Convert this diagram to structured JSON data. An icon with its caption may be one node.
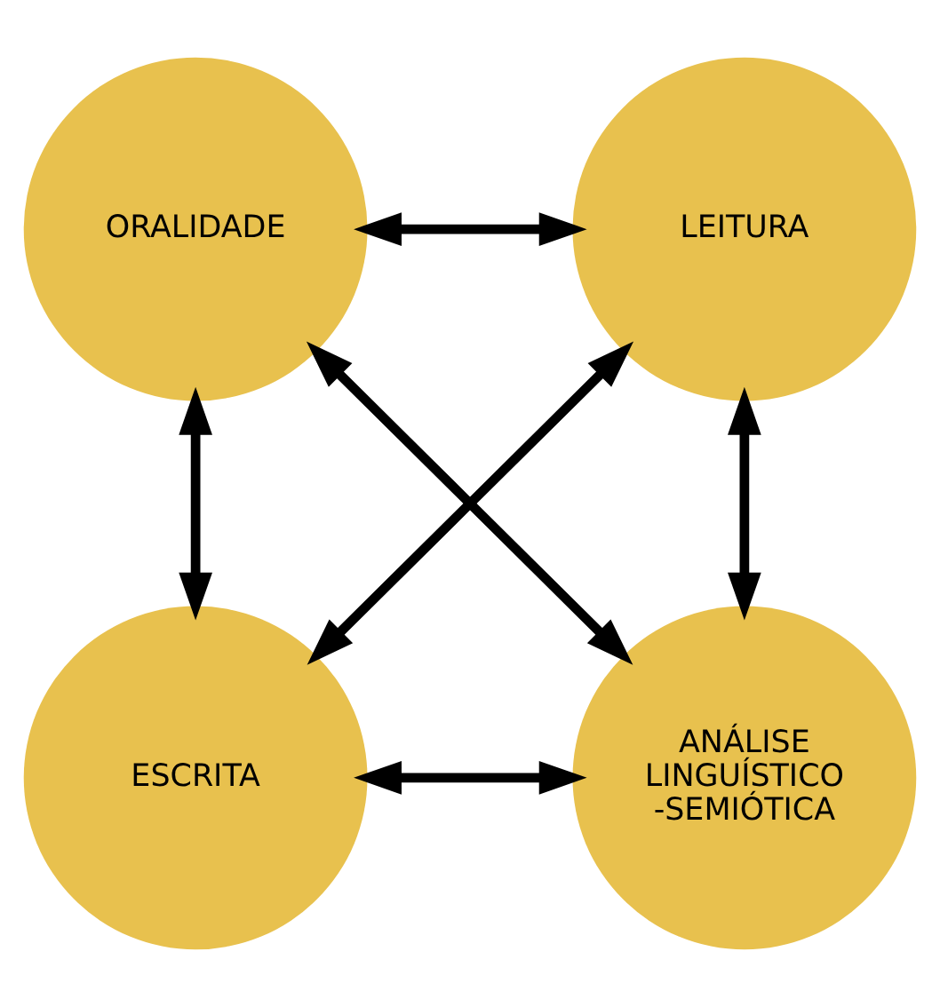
{
  "diagram": {
    "nodes": [
      {
        "text": [
          "ORALIDADE"
        ]
      },
      {
        "text": [
          "LEITURA"
        ]
      },
      {
        "text": [
          "ESCRITA"
        ]
      },
      {
        "text": [
          "ANÁLISE LINGUÍSTICO -SEMIÓTICA"
        ]
      }
    ],
    "edges": [
      {
        "from": 0,
        "to": 1,
        "arrow": "both"
      },
      {
        "from": 0,
        "to": 2,
        "arrow": "both"
      },
      {
        "from": 1,
        "to": 3,
        "arrow": "both"
      },
      {
        "from": 2,
        "to": 3,
        "arrow": "both"
      },
      {
        "from": 0,
        "to": 3,
        "arrow": "both"
      },
      {
        "from": 1,
        "to": 2,
        "arrow": "both"
      }
    ]
  }
}
